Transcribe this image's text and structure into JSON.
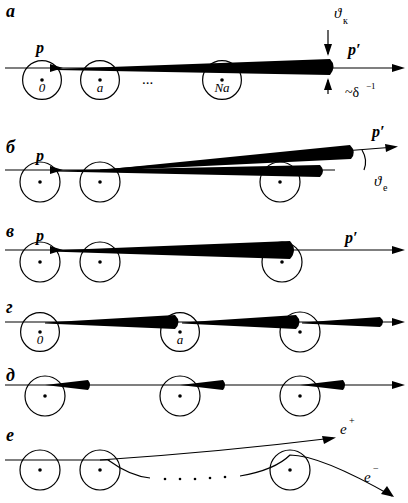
{
  "diagram": {
    "nodes": [
      {
        "text": [
          "0"
        ]
      },
      {
        "text": [
          "a"
        ]
      },
      {
        "text": [
          "Na"
        ]
      },
      {
        "text": [
          "0"
        ]
      },
      {
        "text": [
          "a"
        ]
      }
    ],
    "labels": [
      "а",
      "p",
      "p′",
      "ϑ",
      "к",
      "~δ",
      "−1",
      "...",
      "б",
      "p",
      "p′",
      "ϑ",
      "e",
      "в",
      "p",
      "p′",
      "г",
      "д",
      "е",
      "e",
      "+",
      "e",
      "−"
    ]
  }
}
